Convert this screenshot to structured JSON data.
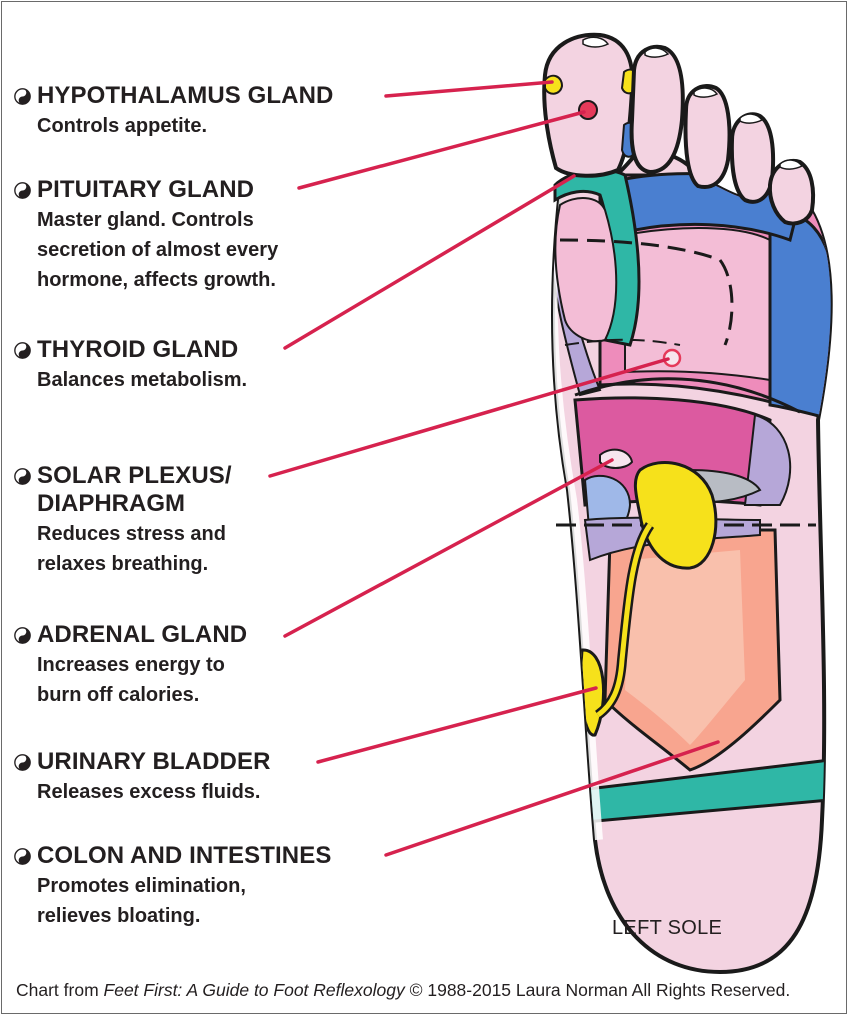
{
  "labels": [
    {
      "title": "HYPOTHALAMUS GLAND",
      "title2": "",
      "description": [
        "Controls appetite."
      ]
    },
    {
      "title": "PITUITARY GLAND",
      "title2": "",
      "description": [
        "Master gland. Controls",
        "secretion of almost every",
        "hormone, affects growth."
      ]
    },
    {
      "title": "THYROID GLAND",
      "title2": "",
      "description": [
        "Balances metabolism."
      ]
    },
    {
      "title": "SOLAR PLEXUS/",
      "title2": "DIAPHRAGM",
      "description": [
        "Reduces stress and",
        "relaxes breathing."
      ]
    },
    {
      "title": "ADRENAL GLAND",
      "title2": "",
      "description": [
        "Increases energy to",
        "burn off calories."
      ]
    },
    {
      "title": "URINARY BLADDER",
      "title2": "",
      "description": [
        "Releases excess fluids."
      ]
    },
    {
      "title": "COLON AND INTESTINES",
      "title2": "",
      "description": [
        "Promotes elimination,",
        "relieves bloating."
      ]
    }
  ],
  "side_label": "LEFT SOLE",
  "footer": {
    "prefix": "Chart from ",
    "book_title": "Feet First: A Guide to Foot Reflexology",
    "suffix": " © 1988-2015 Laura Norman All Rights Reserved."
  },
  "colors": {
    "leader_line": "#d6224e",
    "outline": "#1a1a1a",
    "sole_pink": "#f3d3e1",
    "rose": "#ee8cbb",
    "magenta": "#dc5aa0",
    "blue": "#4a7fd0",
    "light_blue": "#9fb8e8",
    "teal": "#2fb7a6",
    "yellow": "#f6e11b",
    "salmon": "#f8a58f",
    "lavender": "#b6a7d8",
    "gray": "#b8bcc4",
    "red": "#e53a5a"
  },
  "icon": "yin-yang-icon"
}
